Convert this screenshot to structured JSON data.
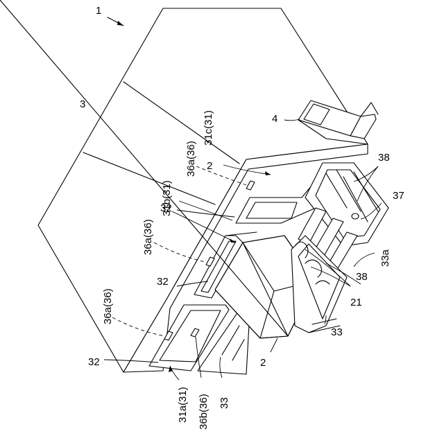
{
  "labels": {
    "device": "1",
    "housing": "3",
    "panel": "4",
    "container_left": "2",
    "container_mid": "2",
    "opening_a": "31a(31)",
    "opening_b": "31b(31)",
    "opening_c": "31c(31)",
    "partition_1": "32",
    "partition_2": "32",
    "partition_3": "32",
    "sensor_1": "36a(36)",
    "sensor_2": "36a(36)",
    "sensor_3": "36a(36)",
    "sensor_b": "36b(36)",
    "drawer_1": "33",
    "drawer_2": "33",
    "rail": "33a",
    "roller_1": "38",
    "roller_2": "38",
    "slot": "37",
    "handle": "21"
  }
}
